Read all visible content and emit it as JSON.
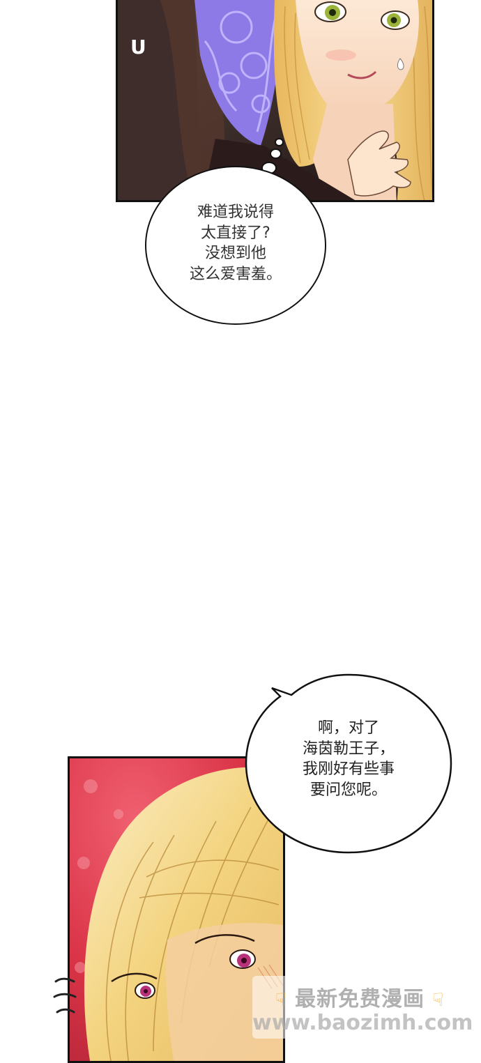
{
  "top_bubble": {
    "lines": [
      "难道我说得",
      "太直接了?",
      "没想到他",
      "这么爱害羞。"
    ]
  },
  "top_panel": {
    "sfx": "U"
  },
  "bottom_bubble": {
    "lines": [
      "啊，对了",
      "海茵勒王子，",
      "我刚好有些事",
      "要问您呢。"
    ]
  },
  "watermark": {
    "line1": "最新免费漫画",
    "line2": "www.baozimh.com"
  },
  "colors": {
    "hair_blonde": "#f3d37e",
    "eyes_green": "#9bb33a",
    "eyes_violet": "#b8327a",
    "lace_purple": "#8d7ae6",
    "bg_red": "#d93346"
  }
}
